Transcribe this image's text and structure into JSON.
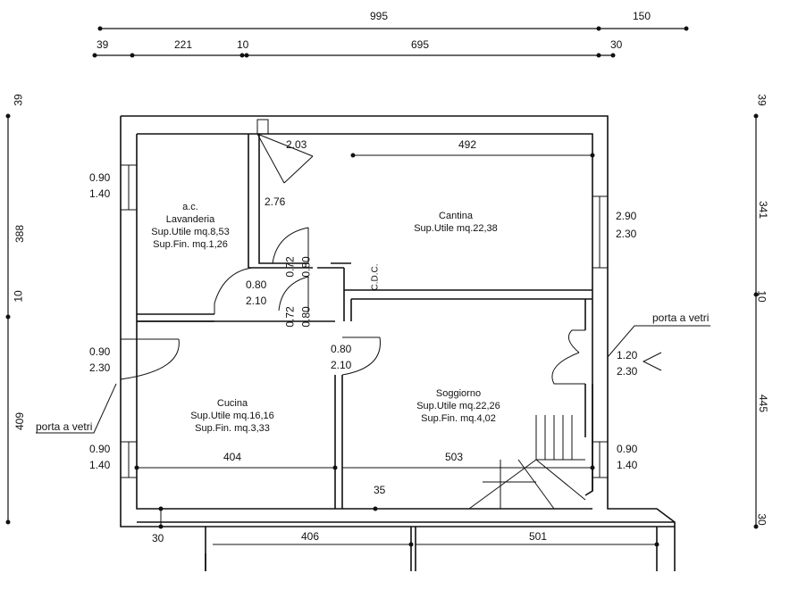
{
  "top_dims": {
    "total": "995",
    "extra": "150",
    "seg1": "39",
    "seg2": "221",
    "seg3": "10",
    "seg4": "695",
    "seg5": "30"
  },
  "left_dims": {
    "top": "39",
    "upper": "388",
    "mid": "10",
    "lower": "409"
  },
  "right_dims": {
    "top": "39",
    "upper": "341",
    "mid": "10",
    "lower": "445",
    "bottom": "30"
  },
  "rooms": {
    "lavanderia": {
      "line1": "a.c.",
      "line2": "Lavanderia",
      "line3": "Sup.Utile  mq.8,53",
      "line4": "Sup.Fin.  mq.1,26"
    },
    "cantina": {
      "line1": "Cantina",
      "line2": "Sup.Utile  mq.22,38"
    },
    "cucina": {
      "line1": "Cucina",
      "line2": "Sup.Utile  mq.16,16",
      "line3": "Sup.Fin.  mq.3,33"
    },
    "soggiorno": {
      "line1": "Soggiorno",
      "line2": "Sup.Utile  mq.22,26",
      "line3": "Sup.Fin.  mq.4,02"
    }
  },
  "openings": {
    "win_lav_w": "0.90",
    "win_lav_h": "1.40",
    "door_cuc_w": "0.90",
    "door_cuc_h": "2.30",
    "win_cuc_w": "0.90",
    "win_cuc_h": "1.40",
    "door_lav_w": "0.80",
    "door_lav_h": "2.10",
    "door_sog_w": "0.80",
    "door_sog_h": "2.10",
    "door_cant_w": "0.72",
    "door_cant_h": "0.80",
    "door_cant2_w": "0.72",
    "door_cant2_h": "0.80",
    "win_cant_w": "2.90",
    "win_cant_h": "2.30",
    "door_sog_r_w": "1.20",
    "door_sog_r_h": "2.30",
    "win_sog_w": "0.90",
    "win_sog_h": "1.40",
    "stair_top": "2.03",
    "stair_side": "2.76",
    "cdc": "C.D.C."
  },
  "inner_dims": {
    "cantina_len": "492",
    "cucina_len": "404",
    "soggiorno_len": "503",
    "wall": "35",
    "bottom_left": "30",
    "bottom_mid": "406",
    "bottom_right": "501"
  },
  "labels": {
    "porta_left": "porta a vetri",
    "porta_right": "porta a vetri"
  }
}
